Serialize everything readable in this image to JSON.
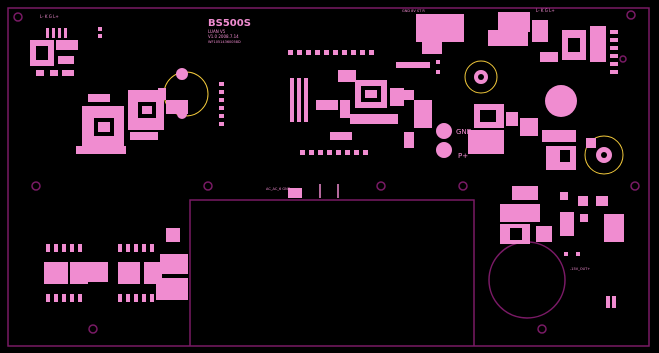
{
  "board": {
    "outline_color": "#7a1a66",
    "pad_color": "#f08cd0",
    "silk_color": "#f2c93b",
    "background": "#000000"
  },
  "labels": {
    "title": "BS500S",
    "version_line_1": "LUAN V5",
    "version_line_2": "V1.0 2008.7.14",
    "version_line_3": "WF10514360058D",
    "connector_top_left": "L- K G L+",
    "connector_top_mid": "GND 8V ST R",
    "connector_top_right": "L- K G L+",
    "gnd_label": "GND",
    "p_plus_label": "P+",
    "ac_label": "AC_AC_6 GND",
    "bottom_right_label": "-15V_OUT+"
  }
}
